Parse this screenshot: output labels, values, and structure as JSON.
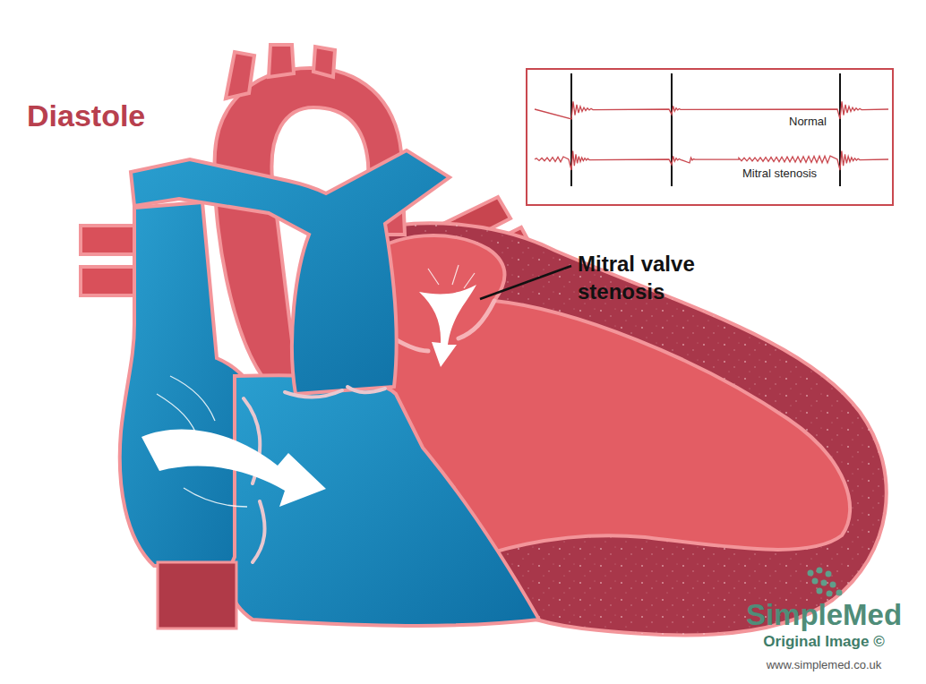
{
  "diagram": {
    "title": "Diastole",
    "nodes": [
      {
        "text": [
          "Normal",
          "Mitral stenosis"
        ]
      }
    ],
    "labels": [
      "Mitral valve stenosis",
      "SimpleMed",
      "Original Image ©",
      "www.simplemed.co.uk"
    ]
  }
}
